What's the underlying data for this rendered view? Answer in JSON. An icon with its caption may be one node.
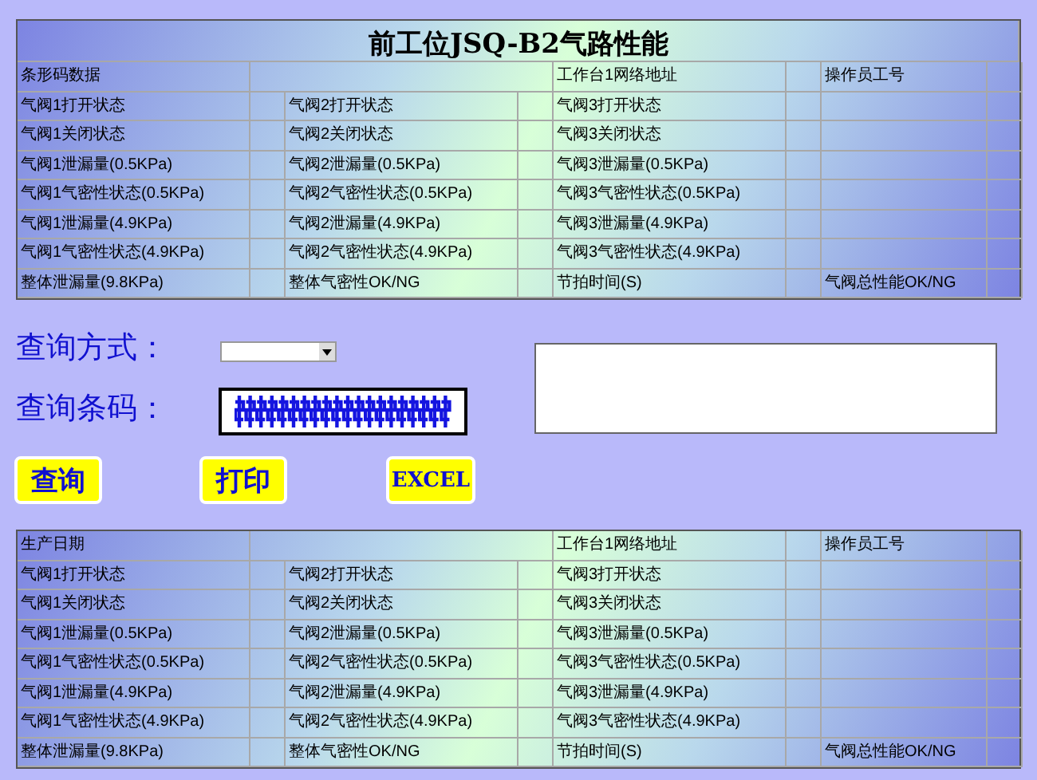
{
  "diagram": {
    "title": "前工位JSQ-B2气路性能",
    "labels": [
      "条形码数据",
      "工作台1网络地址",
      "操作员工号",
      "气阀1打开状态",
      "气阀2打开状态",
      "气阀3打开状态",
      "气阀1关闭状态",
      "气阀2关闭状态",
      "气阀3关闭状态",
      "气阀1泄漏量(0.5KPa)",
      "气阀2泄漏量(0.5KPa)",
      "气阀3泄漏量(0.5KPa)",
      "气阀1气密性状态(0.5KPa)",
      "气阀2气密性状态(0.5KPa)",
      "气阀3气密性状态(0.5KPa)",
      "气阀1泄漏量(4.9KPa)",
      "气阀2泄漏量(4.9KPa)",
      "气阀3泄漏量(4.9KPa)",
      "气阀1气密性状态(4.9KPa)",
      "气阀2气密性状态(4.9KPa)",
      "气阀3气密性状态(4.9KPa)",
      "整体泄漏量(9.8KPa)",
      "整体气密性OK/NG",
      "节拍时间(S)",
      "气阀总性能OK/NG",
      "查询方式：",
      "查询条码：",
      "查询",
      "打印",
      "EXCEL",
      "生产日期",
      "工作台1网络地址",
      "操作员工号",
      "气阀1打开状态",
      "气阀2打开状态",
      "气阀3打开状态",
      "气阀1关闭状态",
      "气阀2关闭状态",
      "气阀3关闭状态",
      "气阀1泄漏量(0.5KPa)",
      "气阀2泄漏量(0.5KPa)",
      "气阀3泄漏量(0.5KPa)",
      "气阀1气密性状态(0.5KPa)",
      "气阀2气密性状态(0.5KPa)",
      "气阀3气密性状态(0.5KPa)",
      "气阀1泄漏量(4.9KPa)",
      "气阀2泄漏量(4.9KPa)",
      "气阀3泄漏量(4.9KPa)",
      "气阀1气密性状态(4.9KPa)",
      "气阀2气密性状态(4.9KPa)",
      "气阀3气密性状态(4.9KPa)",
      "整体泄漏量(9.8KPa)",
      "整体气密性OK/NG",
      "节拍时间(S)",
      "气阀总性能OK/NG"
    ]
  }
}
